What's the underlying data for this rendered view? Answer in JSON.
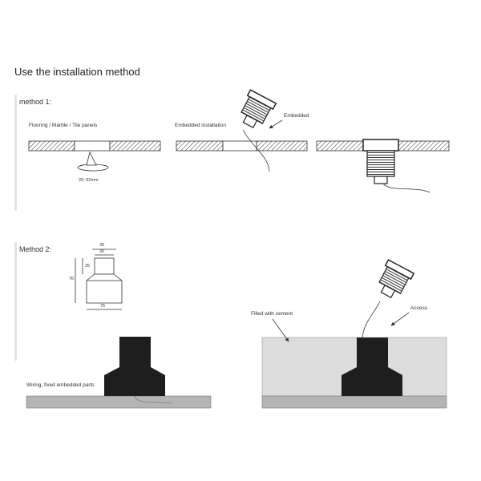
{
  "title": "Use the installation method",
  "method1": {
    "label": "method 1:",
    "caption_flooring": "Flooring / Marble / Tile panels",
    "caption_embedded_installation": "Embedded installation",
    "callout_embedded": "Embedded",
    "hole_size": "29~32mm"
  },
  "method2": {
    "label": "Method 2:",
    "dims": {
      "d35": "35",
      "d30": "30",
      "d25": "25",
      "d76": "76",
      "d75": "75"
    },
    "caption_wiring": "Wiring, fixed embedded parts",
    "caption_cement": "Filled with cement",
    "callout_access": "Access"
  },
  "colors": {
    "stone": "#a8a8a8",
    "part": "#1e1e1e",
    "cement": "#dcdcdc",
    "base": "#b5b5b5",
    "line": "#333333"
  }
}
